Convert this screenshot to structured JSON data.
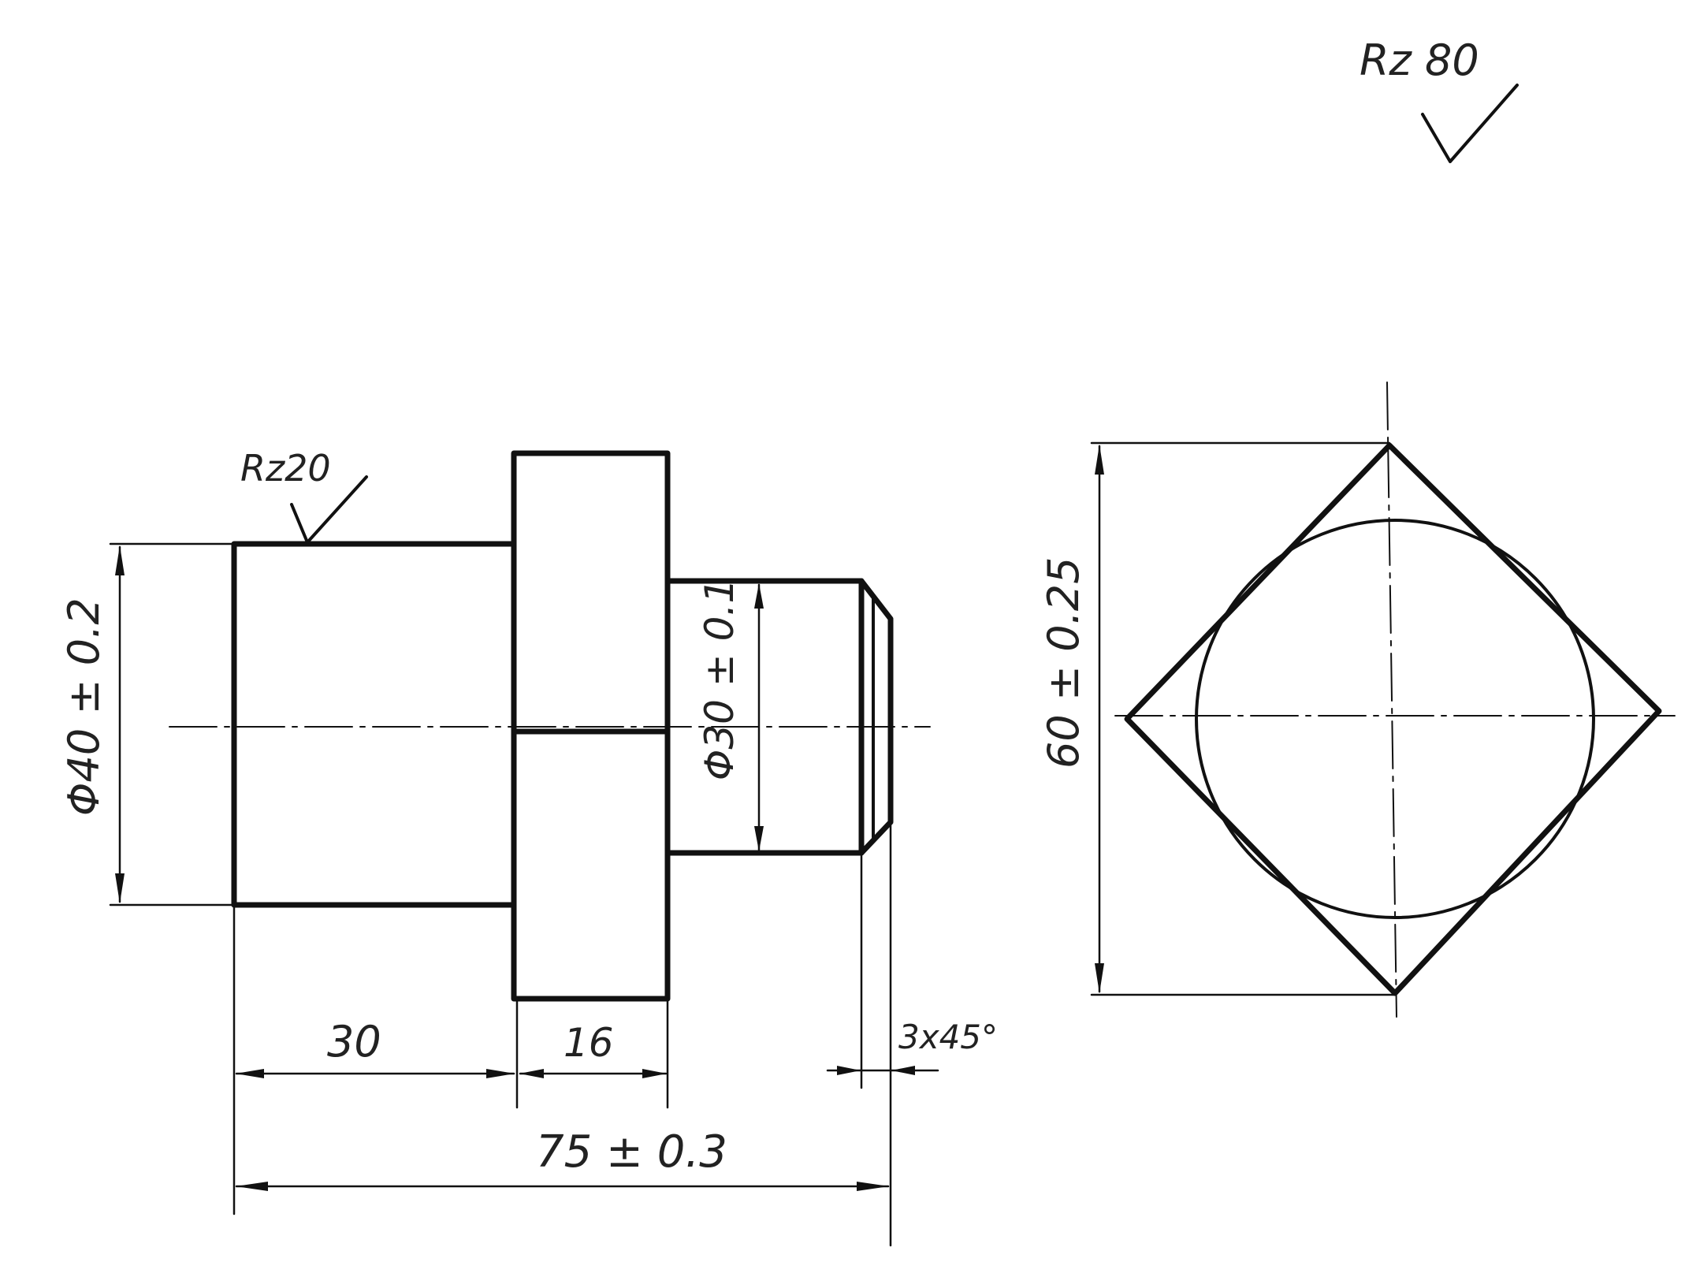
{
  "drawing": {
    "surface_general": "Rz 80",
    "surface_local": "Rz20",
    "dim_diameter_large": "Φ40 ± 0.2",
    "dim_diameter_small": "Φ30 ± 0.1",
    "dim_length_1": "30",
    "dim_length_2": "16",
    "dim_chamfer": "3x45°",
    "dim_total_length": "75 ± 0.3",
    "dim_square": "60 ± 0.25"
  },
  "colors": {
    "line": "#111111",
    "paper": "#ffffff"
  }
}
